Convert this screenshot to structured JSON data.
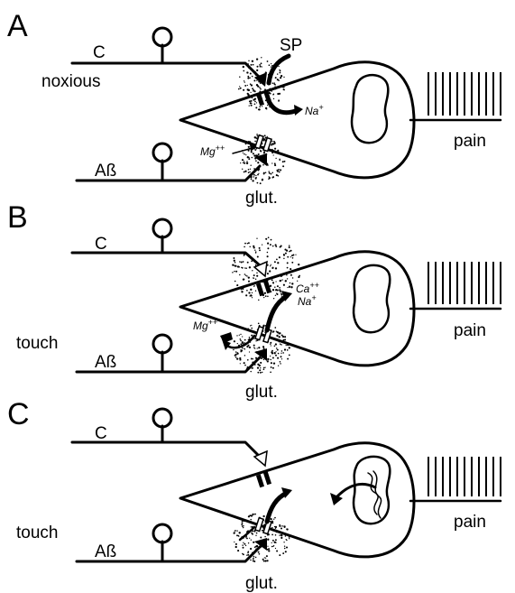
{
  "panels": [
    {
      "letter": "A",
      "fiber_c": "C",
      "fiber_ab": "Aß",
      "stimulus": "noxious",
      "output": "pain",
      "transmitter_top": "SP",
      "transmitter_bottom": "glut.",
      "ion_upper": "Na",
      "ion_upper_sup": "+",
      "ion_lower": "Mg",
      "ion_lower_sup": "++"
    },
    {
      "letter": "B",
      "fiber_c": "C",
      "fiber_ab": "Aß",
      "stimulus": "touch",
      "output": "pain",
      "transmitter_bottom": "glut.",
      "ion_ca": "Ca",
      "ion_ca_sup": "++",
      "ion_na": "Na",
      "ion_na_sup": "+",
      "ion_mg": "Mg",
      "ion_mg_sup": "++"
    },
    {
      "letter": "C",
      "fiber_c": "C",
      "fiber_ab": "Aß",
      "stimulus": "touch",
      "output": "pain",
      "transmitter_bottom": "glut."
    }
  ],
  "colors": {
    "ink": "#000000",
    "paper": "#ffffff"
  },
  "icons": [
    "neuron-cell-icon",
    "spike-train-icon",
    "ion-channel-icon",
    "stipple-release-icon"
  ]
}
